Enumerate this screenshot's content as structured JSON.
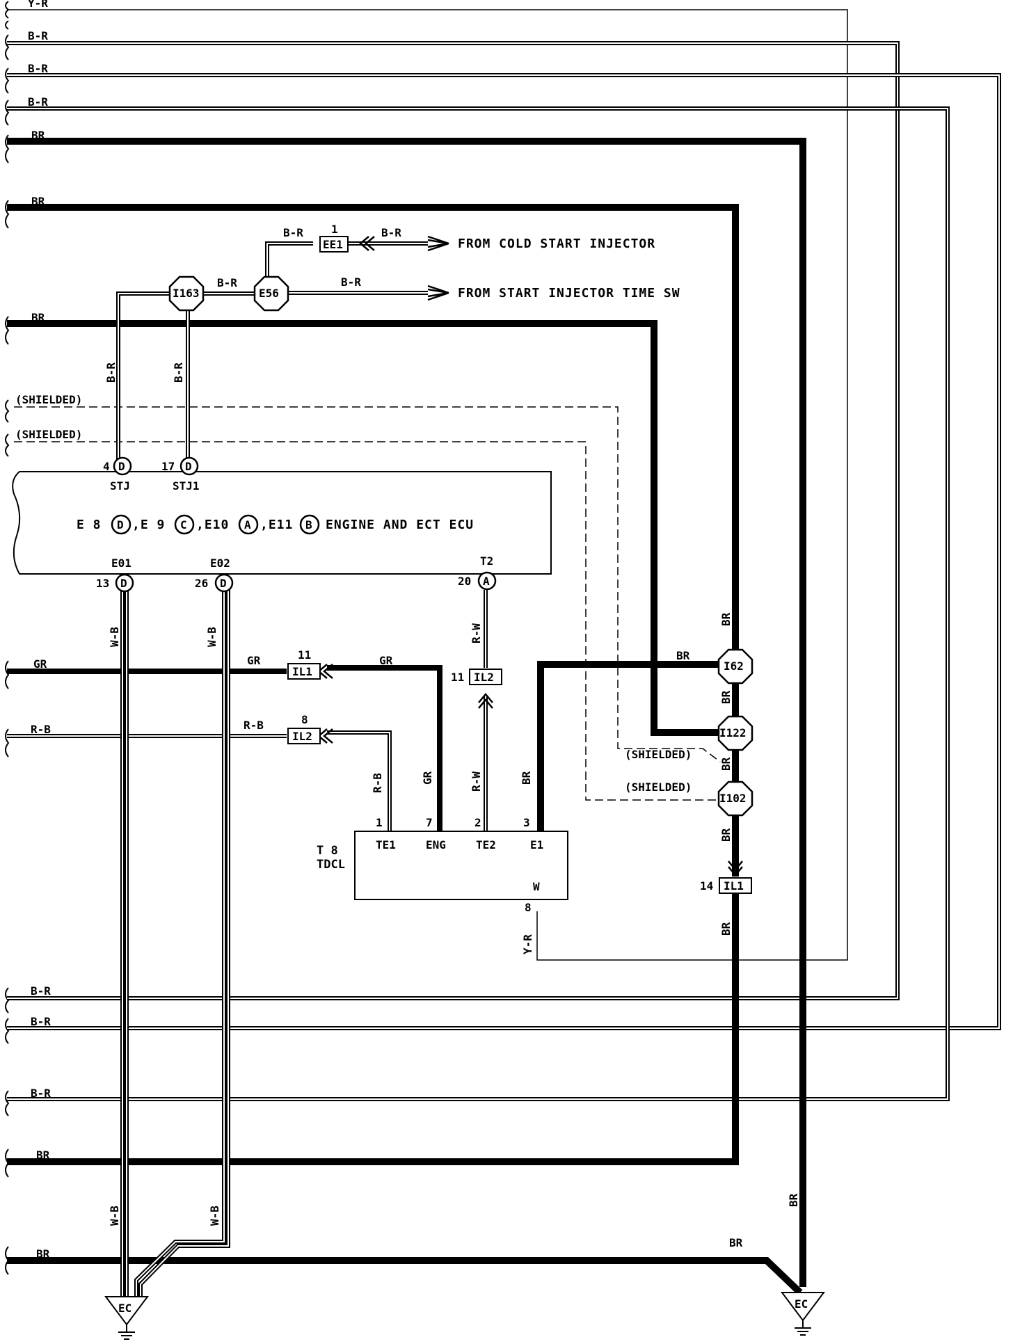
{
  "left_wires": [
    "Y-R",
    "B-R",
    "B-R",
    "B-R",
    "BR",
    "BR",
    "BR",
    "GR",
    "R-B",
    "B-R",
    "B-R",
    "B-R",
    "BR",
    "BR"
  ],
  "notes": {
    "cold_start": "FROM COLD START INJECTOR",
    "start_time_sw": "FROM START INJECTOR TIME SW",
    "shielded": "(SHIELDED)"
  },
  "ecu": {
    "title": "ENGINE AND ECT ECU",
    "prefix": [
      "E 8",
      ",E 9",
      ",E10",
      ",E11"
    ],
    "letters": [
      "D",
      "C",
      "A",
      "B"
    ],
    "pins": {
      "stj": {
        "num": "4",
        "letter": "D",
        "name": "STJ"
      },
      "stj1": {
        "num": "17",
        "letter": "D",
        "name": "STJ1"
      },
      "e01": {
        "num": "13",
        "letter": "D",
        "name": "E01"
      },
      "e02": {
        "num": "26",
        "letter": "D",
        "name": "E02"
      },
      "t2": {
        "num": "20",
        "letter": "A",
        "name": "T2"
      }
    }
  },
  "tdcl": {
    "code": "T 8",
    "name": "TDCL",
    "pins": [
      {
        "num": "1",
        "name": "TE1"
      },
      {
        "num": "7",
        "name": "ENG"
      },
      {
        "num": "2",
        "name": "TE2"
      },
      {
        "num": "3",
        "name": "E1"
      }
    ],
    "w_pin": {
      "num": "8",
      "name": "W"
    }
  },
  "junctions": {
    "i163": "I163",
    "e56": "E56",
    "i62": "I62",
    "i122": "I122",
    "i102": "I102"
  },
  "connectors": {
    "ee1": {
      "label": "EE1",
      "pin": "1"
    },
    "il1_gr": {
      "label": "IL1",
      "pin": "11"
    },
    "il2_rb": {
      "label": "IL2",
      "pin": "8"
    },
    "il2_rw": {
      "label": "IL2",
      "pin": "11"
    },
    "il1_br": {
      "label": "IL1",
      "pin": "14"
    }
  },
  "wire_labels": {
    "b_r": "B-R",
    "br": "BR",
    "gr": "GR",
    "r_b": "R-B",
    "r_w": "R-W",
    "w_b": "W-B",
    "y_r": "Y-R"
  },
  "grounds": [
    "EC",
    "EC"
  ]
}
